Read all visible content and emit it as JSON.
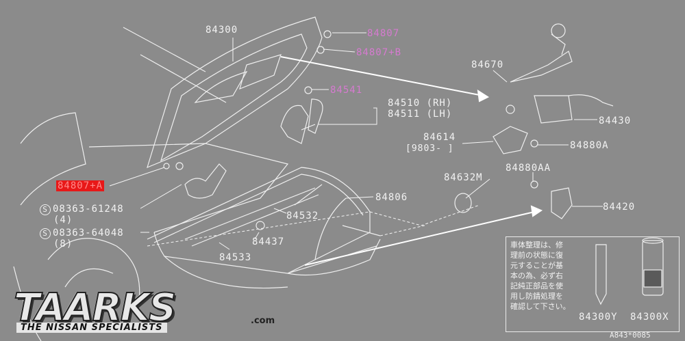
{
  "labels": {
    "p84300": "84300",
    "p84807": "84807",
    "p84807b": "84807+B",
    "p84541": "84541",
    "p84510": "84510 (RH)",
    "p84511": "84511 (LH)",
    "p84670": "84670",
    "p84430": "84430",
    "p84614": "84614",
    "p84614date": "[9803-     ]",
    "p84880a": "84880A",
    "p84880aa": "84880AA",
    "p84632m": "84632M",
    "p84807a": "84807+A",
    "p84806": "84806",
    "p84532": "84532",
    "p84437": "84437",
    "p84533": "84533",
    "p84420": "84420",
    "bolt1": "08363-61248",
    "bolt1qty": "(4)",
    "bolt2": "08363-64048",
    "bolt2qty": "(8)",
    "circle_s": "S",
    "p84300y": "84300Y",
    "p84300x": "84300X"
  },
  "note_text": "車体整理は、修\n理前の状態に復\n元することが基\n本の為、必ず右\n記純正部品を使\n用し防錆処理を\n確認して下さい。",
  "logo": {
    "main": "TAARKS",
    "dotcom": ".com",
    "tagline": "THE NISSAN SPECIALISTS"
  },
  "footer_code": "A843*0085",
  "colors": {
    "background": "#8b8b8b",
    "line": "#f0f0f0",
    "highlight": "#e81818",
    "pink_label": "#d67ad0"
  }
}
